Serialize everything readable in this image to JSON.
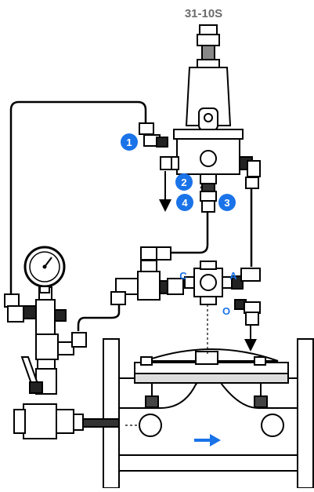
{
  "title": "31-10S",
  "markers": [
    {
      "id": "marker-1",
      "label": "1"
    },
    {
      "id": "marker-2",
      "label": "2"
    },
    {
      "id": "marker-3",
      "label": "3"
    },
    {
      "id": "marker-4",
      "label": "4"
    }
  ],
  "port_labels": {
    "c": "C",
    "a": "A",
    "o": "O"
  },
  "colors": {
    "accent": "#1a73e8",
    "title": "#6b6b6b",
    "line": "#000000"
  },
  "icons": {
    "flow": "flow-direction-arrow-icon",
    "gauge": "pressure-gauge-icon"
  }
}
